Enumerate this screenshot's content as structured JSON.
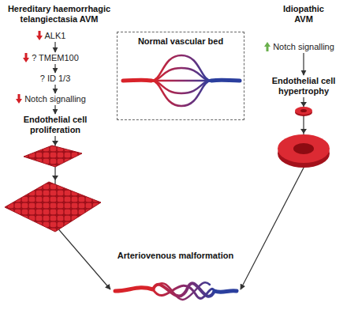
{
  "diagram": {
    "nodes": [
      {
        "text": [
          "Hereditary haemorrhagic telangiectasia AVM"
        ]
      },
      {
        "text": [
          "ALK1"
        ]
      },
      {
        "text": [
          "? TMEM100"
        ]
      },
      {
        "text": [
          "? ID 1/3"
        ]
      },
      {
        "text": [
          "Notch signalling"
        ]
      },
      {
        "text": [
          "Endothelial cell proliferation"
        ]
      },
      {
        "text": [
          "Normal vascular bed"
        ]
      },
      {
        "text": [
          "Idiopathic AVM"
        ]
      },
      {
        "text": [
          "Notch signalling"
        ]
      },
      {
        "text": [
          "Endothelial cell hypertrophy"
        ]
      },
      {
        "text": [
          "Arteriovenous malformation"
        ]
      }
    ],
    "edges": [
      {
        "from": 1,
        "to": 2,
        "arrow": "to"
      },
      {
        "from": 2,
        "to": 3,
        "arrow": "to"
      },
      {
        "from": 3,
        "to": 4,
        "arrow": "to"
      },
      {
        "from": 4,
        "to": 5,
        "arrow": "to"
      },
      {
        "from": 5,
        "to": 10,
        "arrow": "to"
      },
      {
        "from": 8,
        "to": 9,
        "arrow": "to"
      },
      {
        "from": 9,
        "to": 10,
        "arrow": "to"
      }
    ]
  }
}
